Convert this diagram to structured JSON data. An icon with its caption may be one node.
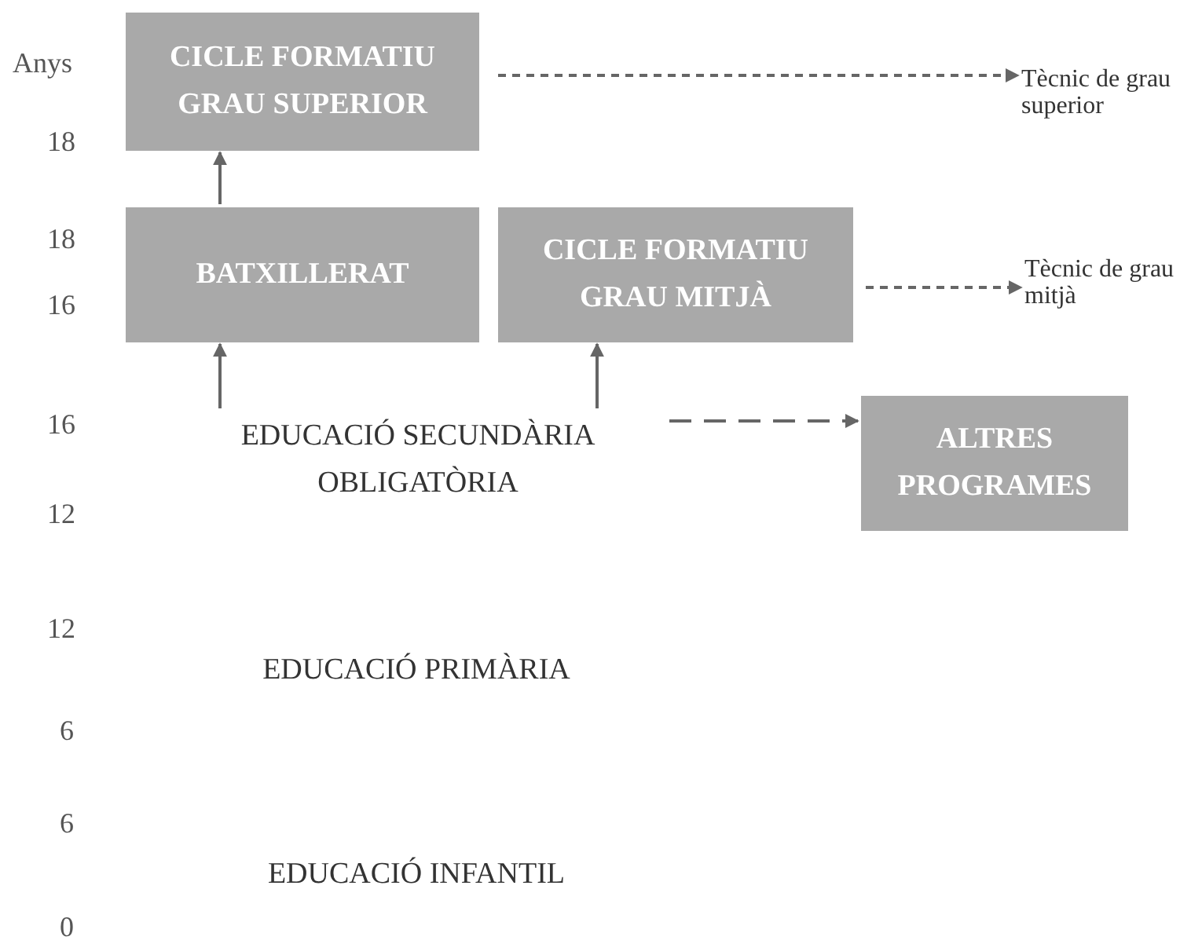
{
  "diagram": {
    "nodes": [
      {
        "text": [
          "CICLE FORMATIU GRAU SUPERIOR"
        ]
      },
      {
        "text": [
          "Tècnic de grau superior"
        ]
      },
      {
        "text": [
          "BATXILLERAT"
        ]
      },
      {
        "text": [
          "CICLE FORMATIU GRAU MITJÀ"
        ]
      },
      {
        "text": [
          "Tècnic de grau mitjà"
        ]
      },
      {
        "text": [
          "EDUCACIÓ SECUNDÀRIA OBLIGATÒRIA"
        ]
      },
      {
        "text": [
          "ALTRES PROGRAMES"
        ]
      },
      {
        "text": [
          "EDUCACIÓ PRIMÀRIA"
        ]
      },
      {
        "text": [
          "EDUCACIÓ INFANTIL"
        ]
      }
    ],
    "edges": [
      {
        "from": 2,
        "to": 0,
        "arrow": "to"
      },
      {
        "from": 5,
        "to": 2,
        "arrow": "to"
      },
      {
        "from": 5,
        "to": 3,
        "arrow": "to"
      },
      {
        "from": 0,
        "to": 1,
        "arrow": "to",
        "style": "dashed"
      },
      {
        "from": 3,
        "to": 4,
        "arrow": "to",
        "style": "dashed"
      },
      {
        "from": 5,
        "to": 6,
        "arrow": "to",
        "style": "dashed"
      }
    ],
    "labels": [
      "Anys",
      "18",
      "18",
      "16",
      "16",
      "12",
      "12",
      "6",
      "6",
      "0"
    ]
  }
}
